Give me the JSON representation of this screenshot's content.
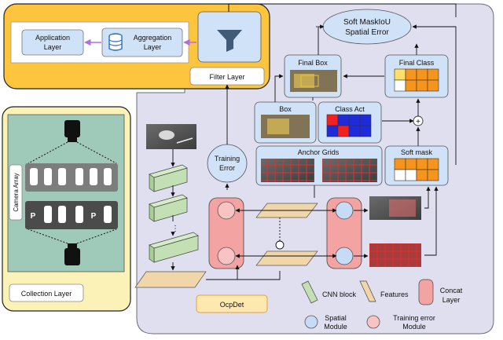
{
  "application_layer": "Application\nLayer",
  "aggregation_layer": "Aggregation\nLayer",
  "filter_layer": "Filter Layer",
  "soft_maskiou": "Soft MaskIoU\nSpatial Error",
  "final_box": "Final Box",
  "final_class": "Final Class",
  "box": "Box",
  "class_act": "Class Act",
  "anchor_grids": "Anchor Grids",
  "soft_mask": "Soft mask",
  "training_error": "Training\nError",
  "camera_array": "Camera Array",
  "collection_layer": "Collection Layer",
  "ocpdet": "OcpDet",
  "legend": {
    "cnn_block": "CNN block",
    "features": "Features",
    "concat_layer": "Concat\nLayer",
    "spatial_module": "Spatial\nModule",
    "training_error_module": "Training error\nModule"
  },
  "parking_labels": [
    "P",
    "P"
  ],
  "colors": {
    "top_panel": "#fdc53d",
    "collection_panel": "#fbf2b8",
    "camera_inner": "#9fc9b8",
    "main_panel": "#dfdff0",
    "light_blue_box": "#cfe2f7",
    "cnn_green": "#c2e0b4",
    "feature_tan": "#f1d6aa",
    "concat_red": "#f4a3a3",
    "spatial_blue": "#c7dbf7",
    "training_error_pink": "#f7c3c3",
    "orange_cell": "#f5951d",
    "blue_cell": "#1e2bd8",
    "purple_arrow": "#b06ee0"
  }
}
